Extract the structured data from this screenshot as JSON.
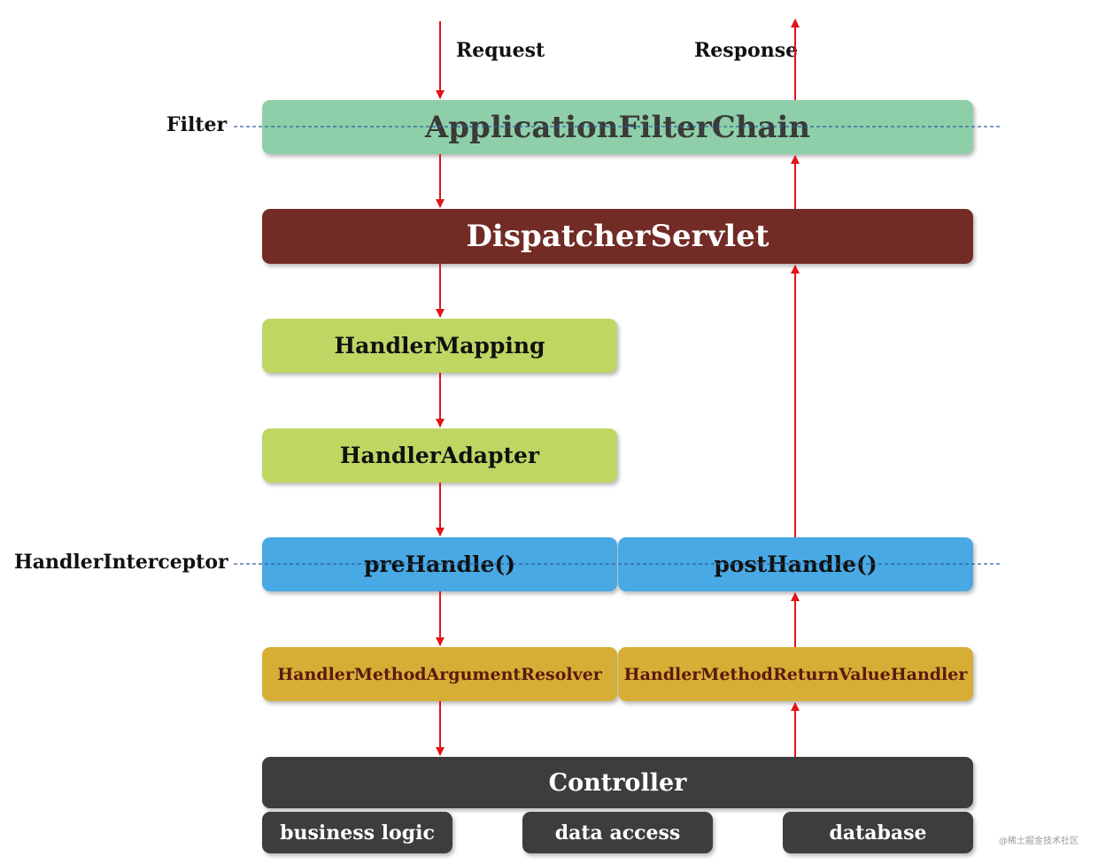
{
  "labels": {
    "request": "Request",
    "response": "Response",
    "filter": "Filter",
    "handler_interceptor": "HandlerInterceptor"
  },
  "boxes": {
    "application_filter_chain": "ApplicationFilterChain",
    "dispatcher_servlet": "DispatcherServlet",
    "handler_mapping": "HandlerMapping",
    "handler_adapter": "HandlerAdapter",
    "pre_handle": "preHandle()",
    "post_handle": "postHandle()",
    "argument_resolver": "HandlerMethodArgumentResolver",
    "return_value_handler": "HandlerMethodReturnValueHandler",
    "controller": "Controller",
    "business_logic": "business logic",
    "data_access": "data access",
    "database": "database"
  },
  "watermark": "@稀土掘金技术社区",
  "colors": {
    "filter_chain": "#8ecfa9",
    "dispatcher": "#722b25",
    "handler_green": "#bed662",
    "interceptor_blue": "#48a9e4",
    "resolver_gold": "#d6ae35",
    "controller_dark": "#3d3d3d",
    "arrow_red": "#e1141a",
    "dashed_line": "#2a5f9e"
  }
}
